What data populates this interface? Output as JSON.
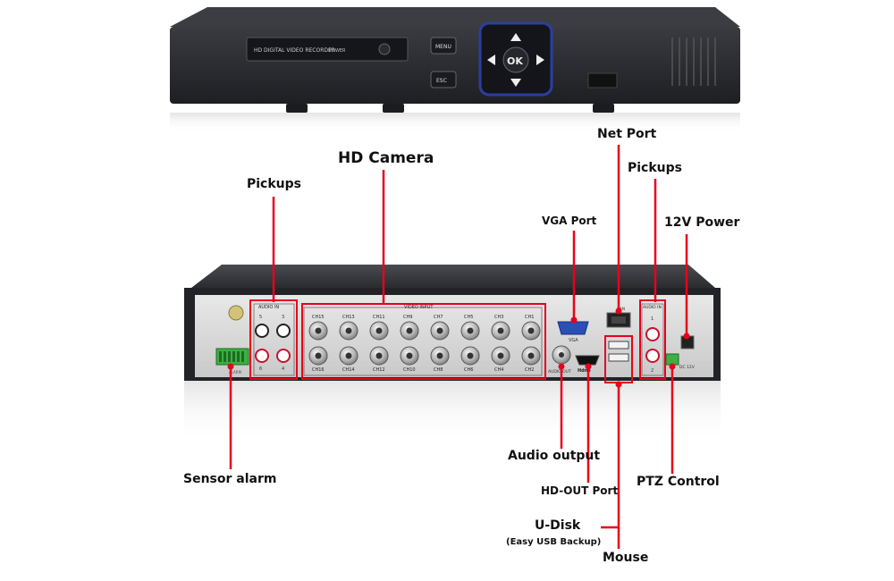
{
  "front_panel": {
    "brand_text": "HD DIGITAL VIDEO RECORDER",
    "power_text": "POWER",
    "menu_label": "MENU",
    "esc_label": "ESC",
    "ok_label": "OK"
  },
  "rear_panel": {
    "audio_in_label": "AUDIO IN",
    "video_input_label": "VIDEO INPUT",
    "audio_in_right_label": "AUDIO IN",
    "vga_text": "VGA",
    "lan_text": "LAN",
    "hdmi_text": "Hdmi",
    "audio_out_text": "AUDIO OUT",
    "dc_text": "DC 12V",
    "alarm_text": "ALARM",
    "audio_in_nums": [
      "5",
      "3",
      "6",
      "4"
    ],
    "audio_in_right_nums": [
      "1",
      "2"
    ],
    "ch_top": [
      "CH15",
      "CH13",
      "CH11",
      "CH9",
      "CH7",
      "CH5",
      "CH3",
      "CH1"
    ],
    "ch_bottom": [
      "CH16",
      "CH14",
      "CH12",
      "CH10",
      "CH8",
      "CH6",
      "CH4",
      "CH2"
    ]
  },
  "callouts": {
    "net_port": "Net Port",
    "hd_camera": "HD Camera",
    "pickups_left": "Pickups",
    "pickups_right": "Pickups",
    "vga_port": "VGA Port",
    "power_12v": "12V Power",
    "sensor_alarm": "Sensor alarm",
    "audio_output": "Audio output",
    "hd_out_port": "HD-OUT Port",
    "ptz_control": "PTZ Control",
    "u_disk": "U-Disk",
    "u_disk_note": "(Easy USB Backup)",
    "mouse": "Mouse"
  },
  "colors": {
    "callout_red": "#e8001c",
    "chassis": "#2b2c30",
    "panel": "#dcdcdc",
    "vga_blue": "#2b4fb5"
  }
}
